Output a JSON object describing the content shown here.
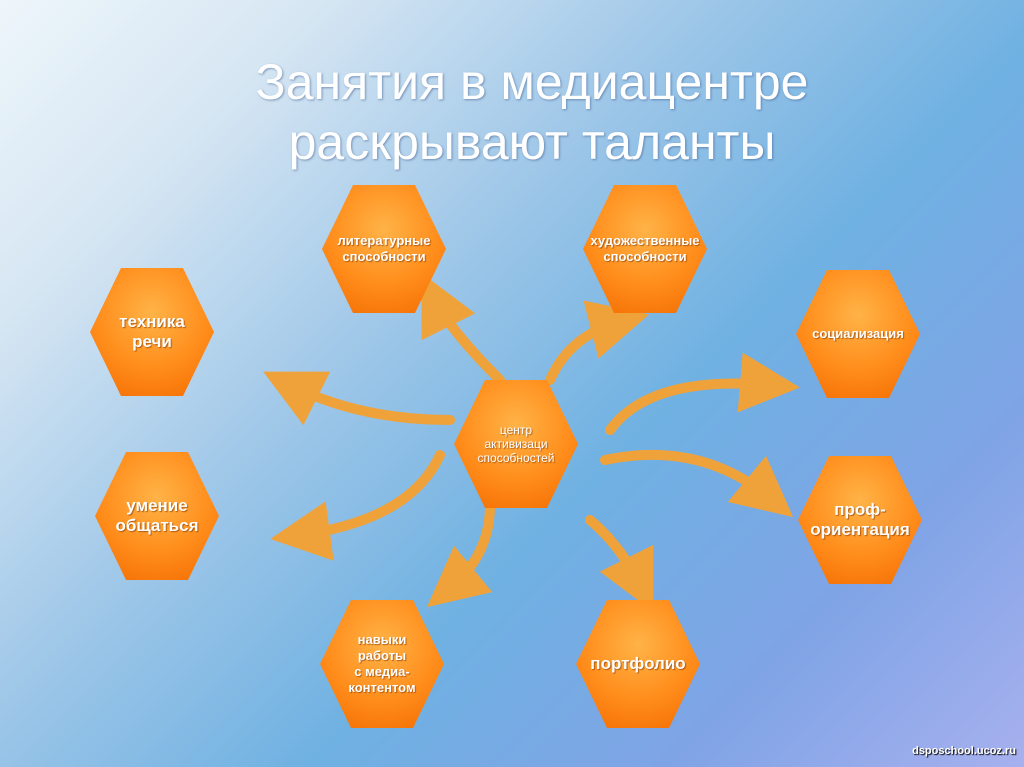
{
  "title_line1": "Занятия в медиацентре",
  "title_line2": "раскрывают таланты",
  "center": "центр\nактивизаци\nспособностей",
  "nodes": {
    "literary": "литературные\nспособности",
    "artistic": "художественные\nспособности",
    "speech": "техника\nречи",
    "social": "социализация",
    "communicate": "умение\nобщаться",
    "career": "проф-\nориентация",
    "media": "навыки\nработы\nс медиа-\nконтентом",
    "portfolio": "портфолио"
  },
  "footer": "dsposchool.ucoz.ru",
  "colors": {
    "hex_fill": "#ff8c1a",
    "arrow": "#f0a23a"
  }
}
